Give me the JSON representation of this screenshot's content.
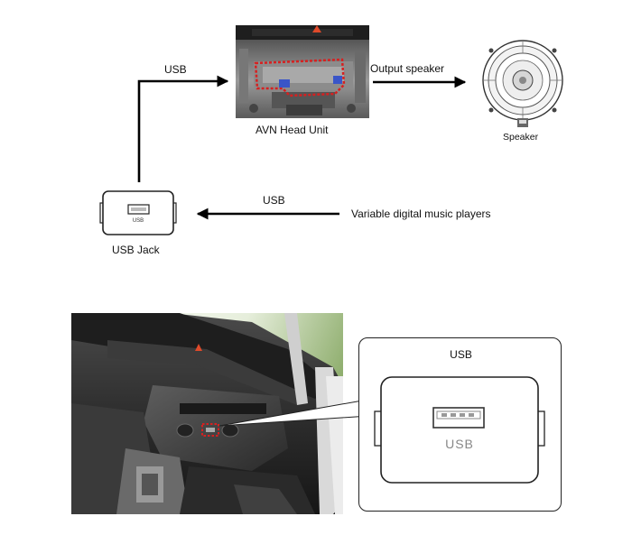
{
  "flow": {
    "usb_to_head_label": "USB",
    "output_label": "Output speaker",
    "head_unit_label": "AVN Head Unit",
    "speaker_label": "Speaker",
    "usb_to_jack_label": "USB",
    "players_label": "Variable digital music players",
    "usb_jack_label": "USB Jack",
    "jack_icon_text": "USB"
  },
  "detail": {
    "callout_title": "USB",
    "port_text": "USB"
  },
  "colors": {
    "highlight": "#d62020",
    "arrow": "#000000"
  }
}
